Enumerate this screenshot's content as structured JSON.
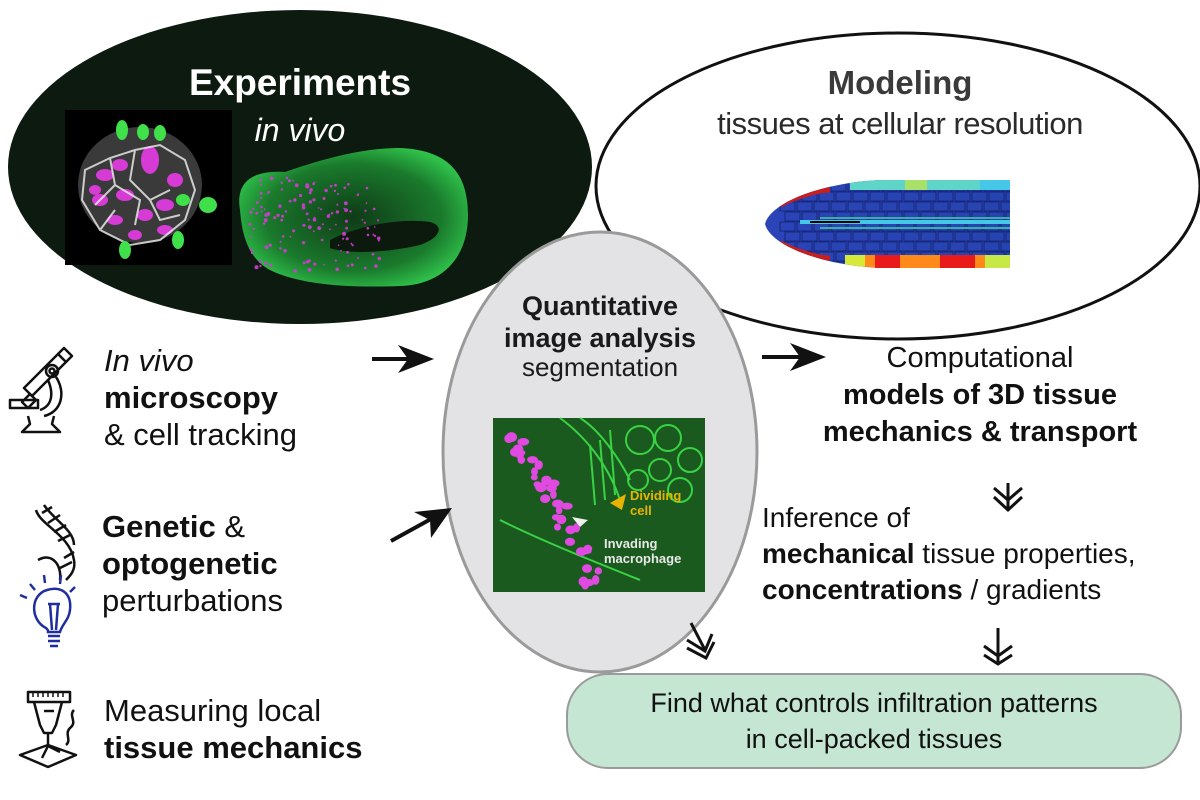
{
  "experiments": {
    "title": "Experiments",
    "subtitle": "in vivo",
    "ellipse_color": "#0d1a0f"
  },
  "modeling": {
    "title": "Modeling",
    "subtitle": "tissues at cellular resolution"
  },
  "quantitative": {
    "title_line1": "Quantitative",
    "title_line2": "image analysis",
    "subtitle": "segmentation",
    "ellipse_color": "#e3e3e5",
    "micrograph_labels": {
      "dividing_line1": "Dividing",
      "dividing_line2": "cell",
      "invading_line1": "Invading",
      "invading_line2": "macrophage"
    }
  },
  "methods": [
    {
      "icon": "microscope-icon",
      "line1_italic": "In vivo",
      "line2_bold": "microscopy",
      "line3": "& cell tracking"
    },
    {
      "icon": "dna-icon",
      "icon2": "lightbulb-icon",
      "line1_bold": "Genetic",
      "line1_rest": " &",
      "line2_bold": "optogenetic",
      "line3": "perturbations"
    },
    {
      "icon": "laser-measure-icon",
      "line1": "Measuring local",
      "line2_bold": "tissue mechanics"
    }
  ],
  "computational": {
    "line1": "Computational",
    "line2_bold": "models of 3D tissue",
    "line3_bold": "mechanics & transport"
  },
  "inference": {
    "line1": "Inference of",
    "line2_bold": "mechanical",
    "line2_rest": " tissue properties,",
    "line3_bold": "concentrations",
    "line3_rest": " / gradients"
  },
  "goal": {
    "line1": "Find what controls infiltration patterns",
    "line2": "in cell-packed tissues",
    "fill_color": "#c4e6d3"
  },
  "colors": {
    "fluor_green": "#2fbf4a",
    "fluor_magenta": "#d63bd6",
    "lightbulb_blue": "#1f2e9e"
  }
}
